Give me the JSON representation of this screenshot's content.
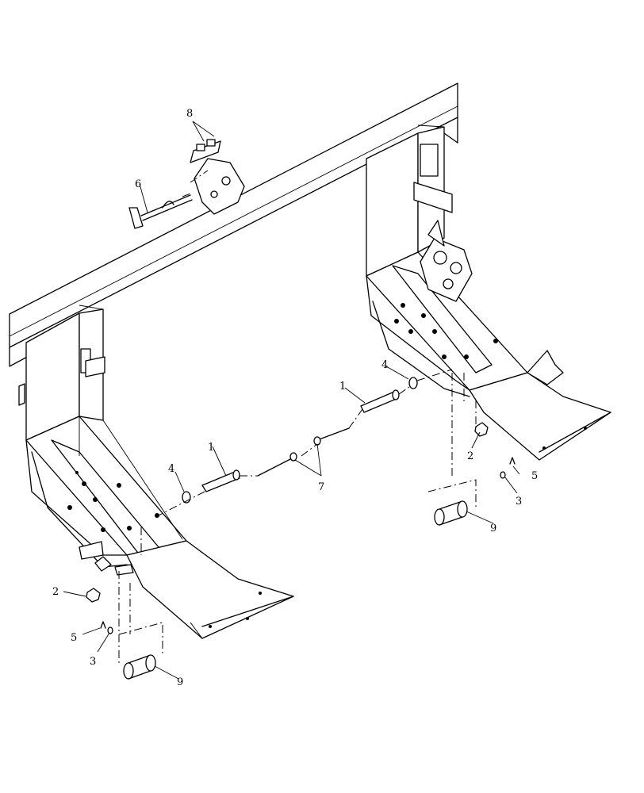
{
  "callouts": {
    "c1a": "1",
    "c1b": "1",
    "c2a": "2",
    "c2b": "2",
    "c3a": "3",
    "c3b": "3",
    "c4a": "4",
    "c4b": "4",
    "c5a": "5",
    "c5b": "5",
    "c6": "6",
    "c7": "7",
    "c8": "8",
    "c9a": "9",
    "c9b": "9"
  }
}
